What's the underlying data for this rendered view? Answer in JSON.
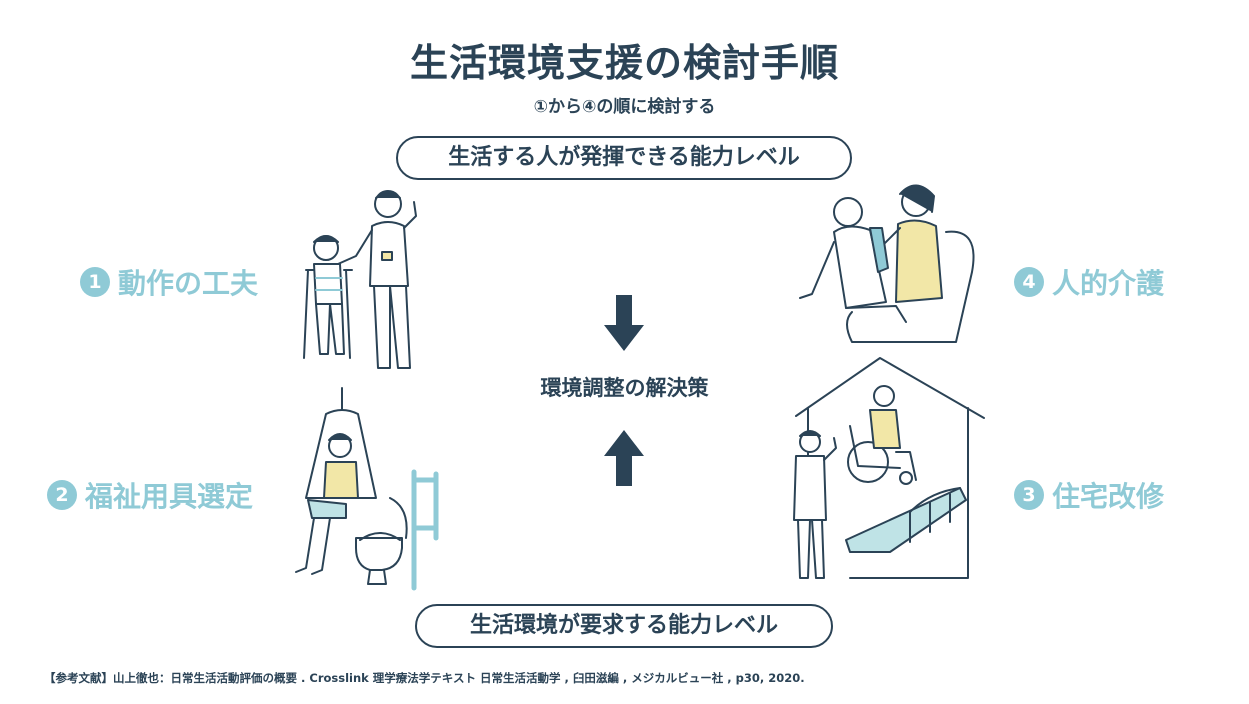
{
  "title": "生活環境支援の検討手順",
  "subtitle": "①から④の順に検討する",
  "top_pill": "生活する人が発揮できる能力レベル",
  "bottom_pill": "生活環境が要求する能力レベル",
  "center_text": "環境調整の解決策",
  "items": [
    {
      "number": "1",
      "label": "動作の工夫"
    },
    {
      "number": "2",
      "label": "福祉用具選定"
    },
    {
      "number": "3",
      "label": "住宅改修"
    },
    {
      "number": "4",
      "label": "人的介護"
    }
  ],
  "footer": "【参考文献】山上徹也：日常生活活動評価の概要 . Crosslink 理学療法学テキスト 日常生活活動学 , 臼田滋編 , メジカルビュー社 , p30, 2020.",
  "colors": {
    "navy": "#2b4356",
    "light_blue": "#8fcad6",
    "accent_yellow": "#f2e7a7",
    "accent_teal": "#bfe3e6"
  },
  "icons": [
    "arrow-down-icon",
    "arrow-up-icon"
  ]
}
